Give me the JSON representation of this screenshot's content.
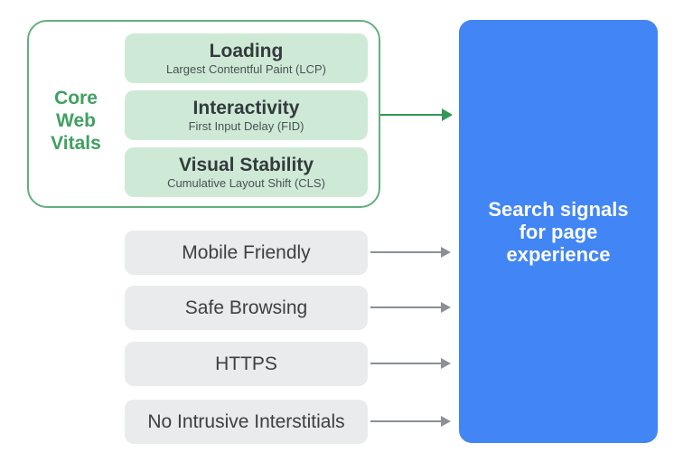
{
  "title": "Search signals for page experience diagram",
  "colors": {
    "background": "#FFFFFF",
    "green_border": "#62AE80",
    "green_label_text": "#3FA060",
    "green_arrow": "#339755",
    "green_pillar_fill": "#CEEAD6",
    "gray_signal_fill": "#E9EBED",
    "gray_arrow": "#8A9095",
    "blue_fill": "#4285F4",
    "pillar_title_text": "#343A3E",
    "pillar_subtitle_text": "#4A5054",
    "signal_text": "#3C4043",
    "result_text": "#FBFDFF"
  },
  "core_web_vitals": {
    "label_lines": [
      "Core",
      "Web",
      "Vitals"
    ],
    "pillars": [
      {
        "title": "Loading",
        "subtitle": "Largest Contentful Paint (LCP)"
      },
      {
        "title": "Interactivity",
        "subtitle": "First Input Delay (FID)"
      },
      {
        "title": "Visual Stability",
        "subtitle": "Cumulative Layout Shift (CLS)"
      }
    ]
  },
  "other_signals": [
    {
      "label": "Mobile Friendly"
    },
    {
      "label": "Safe Browsing"
    },
    {
      "label": "HTTPS"
    },
    {
      "label": "No Intrusive Interstitials"
    }
  ],
  "result_box": {
    "label_lines": [
      "Search signals",
      "for page",
      "experience"
    ]
  }
}
